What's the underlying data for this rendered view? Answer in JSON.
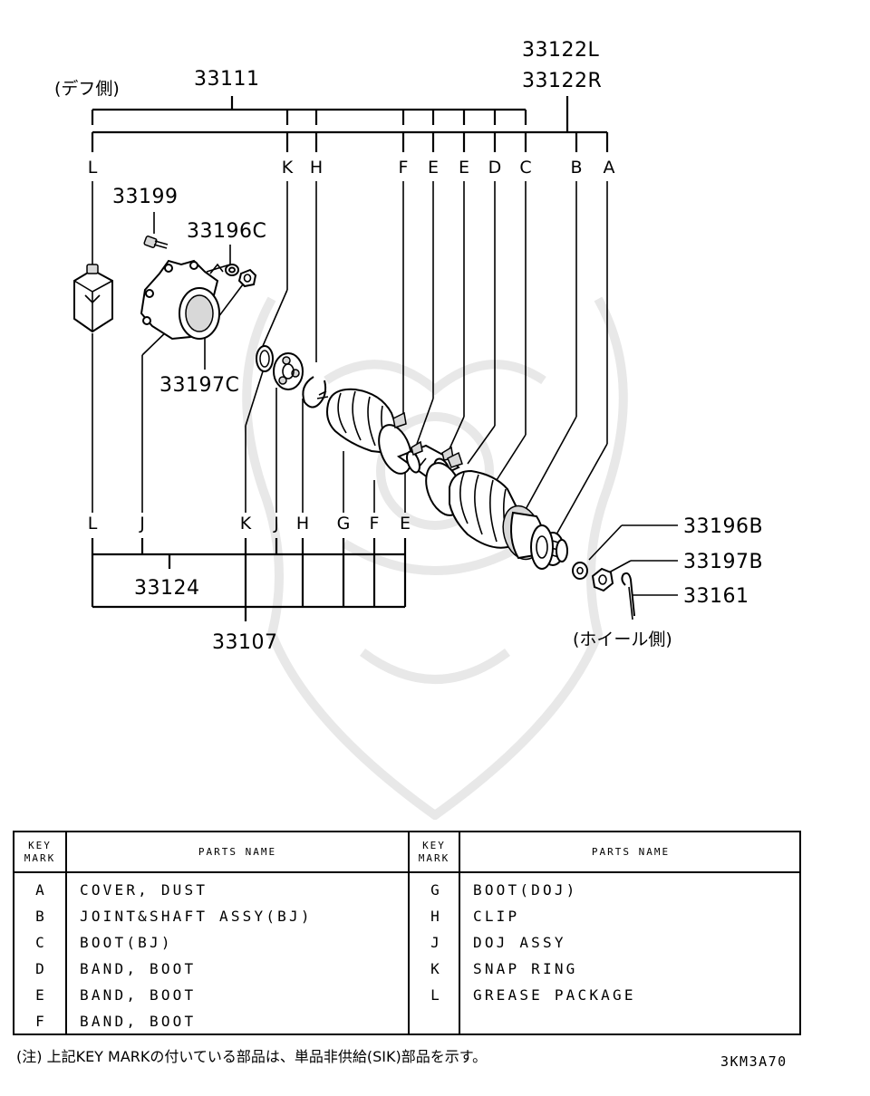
{
  "diagram": {
    "side_labels": {
      "diff_side": "(デフ側)",
      "wheel_side": "(ホイール側)"
    },
    "assembly_numbers": {
      "top_group": "33111",
      "right_group_left": "33122L",
      "right_group_right": "33122R",
      "bottom_group_j": "33124",
      "bottom_group_k": "33107"
    },
    "part_numbers": {
      "bolt": "33199",
      "washer_c": "33196C",
      "nut_c": "33197C",
      "washer_b": "33196B",
      "nut_b": "33197B",
      "cotter_pin": "33161"
    },
    "top_keys": [
      "L",
      "K",
      "H",
      "F",
      "E",
      "E",
      "D",
      "C",
      "B",
      "A"
    ],
    "bottom_keys": [
      "L",
      "J",
      "K",
      "J",
      "H",
      "G",
      "F",
      "E"
    ]
  },
  "table": {
    "header": {
      "key_mark": "KEY\nMARK",
      "key_mark_line1": "KEY",
      "key_mark_line2": "MARK",
      "parts_name": "PARTS NAME"
    },
    "left_rows": [
      {
        "key": "A",
        "name": "COVER, DUST"
      },
      {
        "key": "B",
        "name": "JOINT&SHAFT ASSY(BJ)"
      },
      {
        "key": "C",
        "name": "BOOT(BJ)"
      },
      {
        "key": "D",
        "name": "BAND, BOOT"
      },
      {
        "key": "E",
        "name": "BAND, BOOT"
      },
      {
        "key": "F",
        "name": "BAND, BOOT"
      }
    ],
    "right_rows": [
      {
        "key": "G",
        "name": "BOOT(DOJ)"
      },
      {
        "key": "H",
        "name": "CLIP"
      },
      {
        "key": "J",
        "name": "DOJ ASSY"
      },
      {
        "key": "K",
        "name": "SNAP RING"
      },
      {
        "key": "L",
        "name": "GREASE PACKAGE"
      }
    ]
  },
  "footer": {
    "note": "(注) 上記KEY MARKの付いている部品は、単品非供給(SIK)部品を示す。",
    "diagram_code": "3KM3A70"
  }
}
